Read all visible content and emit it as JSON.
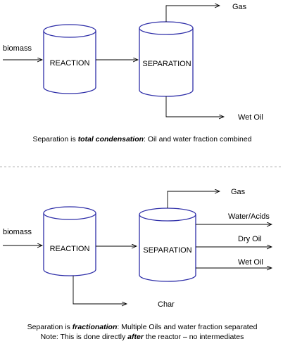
{
  "top": {
    "input_label": "biomass",
    "reactor_label": "REACTION",
    "separator_label": "SEPARATION",
    "outputs": [
      "Gas",
      "Wet Oil"
    ],
    "caption": {
      "prefix": "Separation is ",
      "emphasis": "total condensation",
      "suffix": ": Oil and water fraction combined"
    }
  },
  "bottom": {
    "input_label": "biomass",
    "reactor_label": "REACTION",
    "separator_label": "SEPARATION",
    "outputs": [
      "Gas",
      "Water/Acids",
      "Dry Oil",
      "Wet Oil"
    ],
    "reactor_output": "Char",
    "caption_line1": {
      "prefix": "Separation is ",
      "emphasis": "fractionation",
      "suffix": ": Multiple Oils and water fraction separated"
    },
    "caption_line2": {
      "prefix": "Note: This is done directly ",
      "emphasis": "after",
      "suffix": " the reactor – no intermediates"
    }
  },
  "colors": {
    "cylinder_outline": "#2e2ea8",
    "divider": "#b5b5b5"
  }
}
